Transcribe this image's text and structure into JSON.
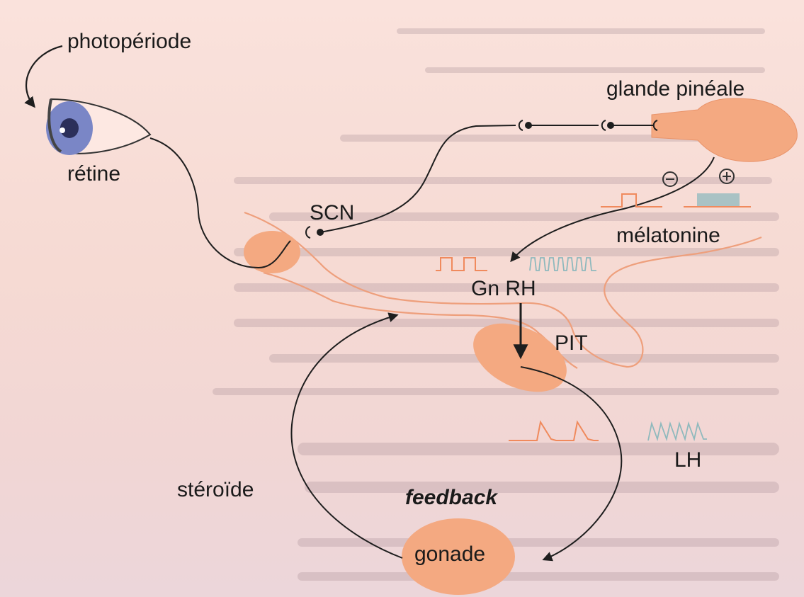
{
  "labels": {
    "photoperiode": "photopériode",
    "retine": "rétine",
    "glande_pineale": "glande pinéale",
    "scn": "SCN",
    "melatonine": "mélatonine",
    "gnrh": "Gn RH",
    "pit": "PIT",
    "lh": "LH",
    "steroide": "stéroïde",
    "feedback": "feedback",
    "gonade": "gonade"
  },
  "signs": {
    "minus": "minus-sign",
    "plus": "plus-sign"
  },
  "colors": {
    "background": "#f6dad3",
    "organ_fill": "#f4a981",
    "organ_stroke": "#e9946b",
    "nerve_line": "#1e1e1e",
    "brain_outline": "#ee9f7c",
    "pulse_teal": "#8fb9bd",
    "eye_iris": "#7a86c6"
  }
}
